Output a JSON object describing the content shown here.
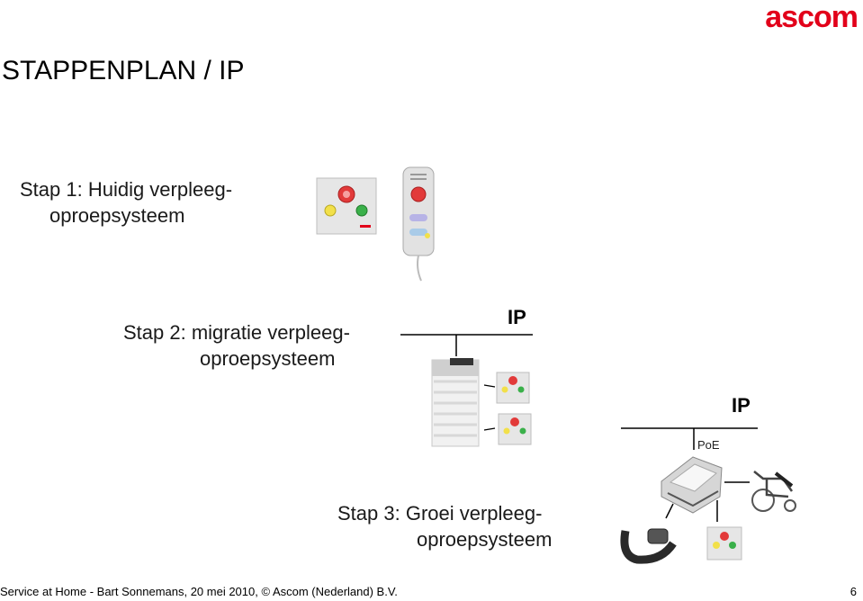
{
  "brand": {
    "logo_text": "ascom",
    "logo_color": "#e2001a"
  },
  "slide": {
    "title": "STAPPENPLAN / IP",
    "steps": [
      {
        "line1": "Stap 1: Huidig verpleeg-",
        "line2": "oproepsysteem"
      },
      {
        "line1": "Stap 2: migratie verpleeg-",
        "line2": "oproepsysteem"
      },
      {
        "line1": "Stap 3: Groei verpleeg-",
        "line2": "oproepsysteem"
      }
    ],
    "network": {
      "ip_label_1": "IP",
      "ip_label_2": "IP",
      "poe_label": "PoE"
    }
  },
  "footer": {
    "text": "Service at Home - Bart Sonnemans, 20 mei 2010, © Ascom (Nederland) B.V.",
    "page_number": "6"
  },
  "icons": [
    "call-panel-icon",
    "handset-icon",
    "cable-module-icon",
    "wireless-base-icon",
    "wristband-icon",
    "wheelchair-icon"
  ]
}
